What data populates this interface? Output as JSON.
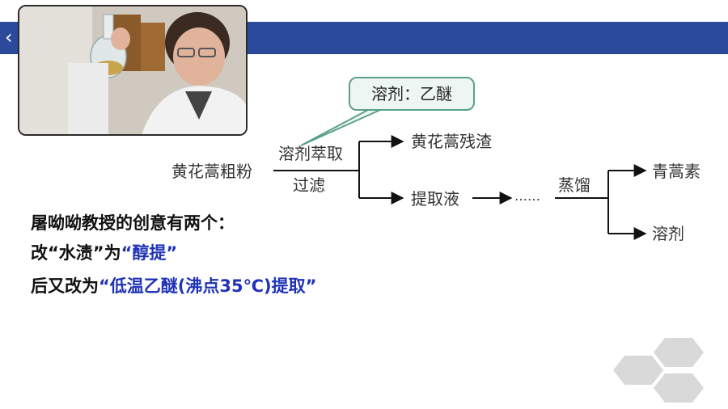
{
  "slide": {
    "prev_icon": "chevron-left-icon",
    "banner_color": "#2b4a9b"
  },
  "photo": {
    "description_icon": "photo"
  },
  "callout": {
    "text": "溶剂：乙醚"
  },
  "flow": {
    "start": "黄花蒿粗粉",
    "step1_top": "溶剂萃取",
    "step1_bottom": "过滤",
    "residue": "黄花蒿残渣",
    "extract": "提取液",
    "dots": "……",
    "step2": "蒸馏",
    "product": "青蒿素",
    "solvent": "溶剂"
  },
  "notes": {
    "line1": "屠呦呦教授的创意有两个：",
    "line2_prefix": "改“水渍”为",
    "line2_highlight": "“醇提”",
    "line3_prefix": "后又改为",
    "line3_highlight": "“低温乙醚(沸点35℃)提取”"
  },
  "colors": {
    "highlight": "#2033b8",
    "callout_border": "#5aa08a"
  }
}
